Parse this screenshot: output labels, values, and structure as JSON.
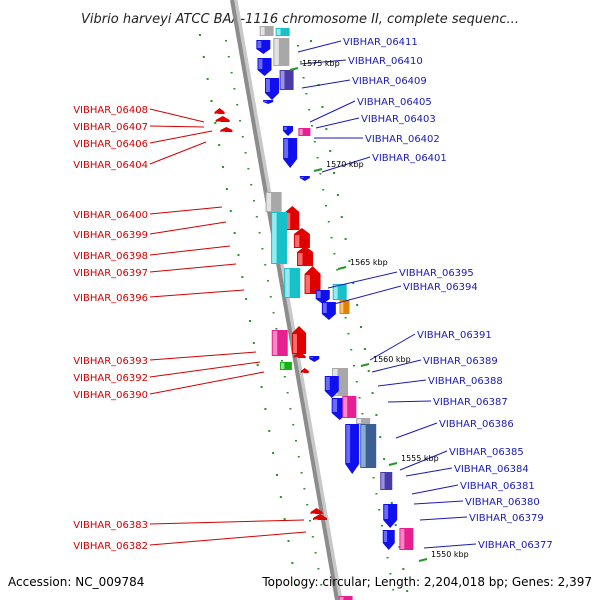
{
  "title": "Vibrio harveyi ATCC BAA-1116 chromosome II, complete sequenc...",
  "footer": {
    "accession": "Accession: NC_009784",
    "summary": "Topology: circular; Length: 2,204,018 bp; Genes: 2,397"
  },
  "kbp_labels": [
    "1575 kbp",
    "1570 kbp",
    "1565 kbp",
    "1560 kbp",
    "1555 kbp",
    "1550 kbp"
  ],
  "left_genes": [
    "VIBHAR_06408",
    "VIBHAR_06407",
    "VIBHAR_06406",
    "VIBHAR_06404",
    "VIBHAR_06400",
    "VIBHAR_06399",
    "VIBHAR_06398",
    "VIBHAR_06397",
    "VIBHAR_06396",
    "VIBHAR_06393",
    "VIBHAR_06392",
    "VIBHAR_06390",
    "VIBHAR_06383",
    "VIBHAR_06382"
  ],
  "right_genes": [
    "VIBHAR_06411",
    "VIBHAR_06410",
    "VIBHAR_06409",
    "VIBHAR_06405",
    "VIBHAR_06403",
    "VIBHAR_06402",
    "VIBHAR_06401",
    "VIBHAR_06395",
    "VIBHAR_06394",
    "VIBHAR_06391",
    "VIBHAR_06389",
    "VIBHAR_06388",
    "VIBHAR_06387",
    "VIBHAR_06386",
    "VIBHAR_06385",
    "VIBHAR_06384",
    "VIBHAR_06381",
    "VIBHAR_06380",
    "VIBHAR_06379",
    "VIBHAR_06377"
  ],
  "colors": {
    "backbone": "#8c8c8c",
    "forward_strand": "#e00000",
    "reverse_strand": "#1010ee",
    "cyan": "#1ec8d2",
    "magenta": "#ee2aa0",
    "grey": "#c0c0c0",
    "slate": "#4a6ea0",
    "purple": "#5a4ab4",
    "green": "#22c022",
    "orange": "#f09010",
    "tick_green": "#229922",
    "left_label": "#d40000",
    "right_label": "#1a1ab4"
  }
}
